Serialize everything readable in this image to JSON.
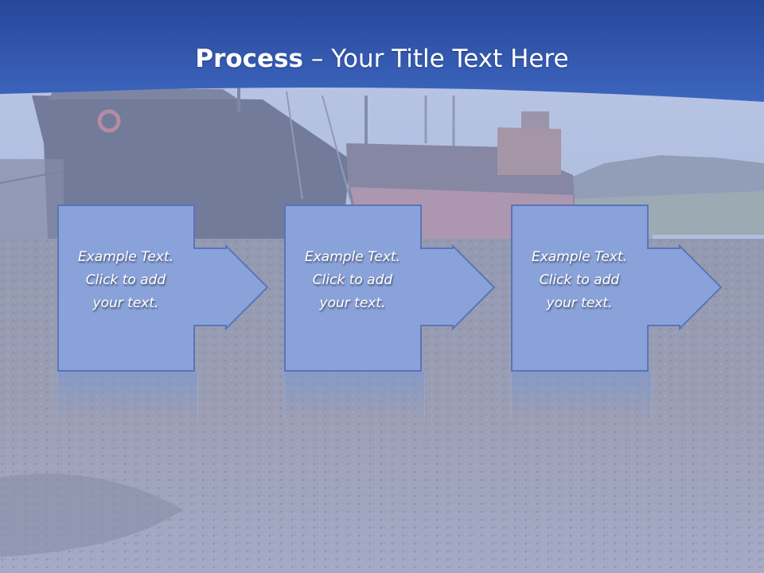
{
  "title": {
    "bold_part": "Process",
    "rest_part": " – Your Title Text Here"
  },
  "steps": [
    {
      "line1": "Example Text.",
      "line2": "Click  to add",
      "line3": "your text."
    },
    {
      "line1": "Example Text.",
      "line2": "Click  to add",
      "line3": "your text."
    },
    {
      "line1": "Example Text.",
      "line2": "Click  to add",
      "line3": "your text."
    }
  ],
  "colors": {
    "header_blue": "#2f56a8",
    "box_fill": "#8aa2da",
    "box_stroke": "#5b74b8",
    "text": "#ffffff"
  }
}
